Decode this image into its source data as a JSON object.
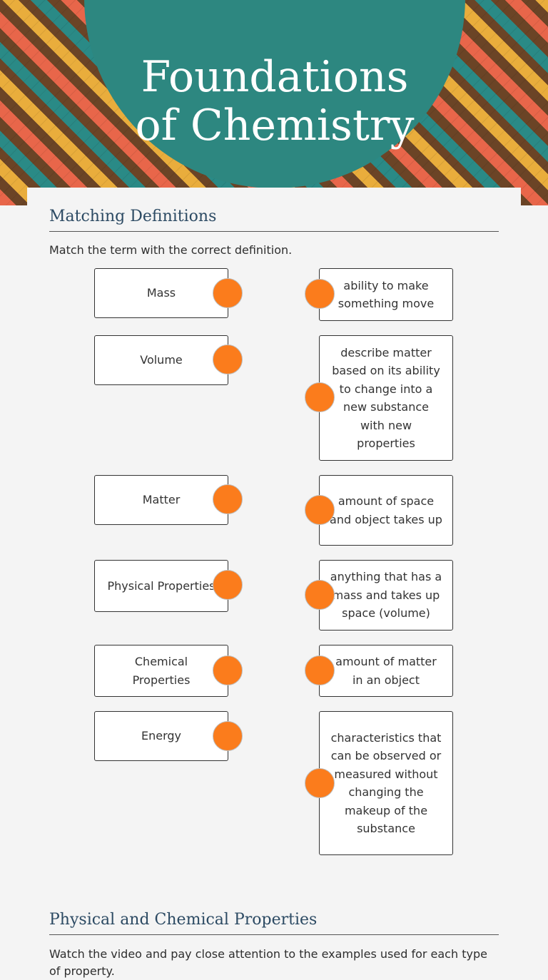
{
  "header": {
    "title_line1": "Foundations",
    "title_line2": "of Chemistry"
  },
  "section1": {
    "title": "Matching Definitions",
    "instruction": "Match the term with the correct definition.",
    "terms": [
      "Mass",
      "Volume",
      "Matter",
      "Physical Properties",
      "Chemical Properties",
      "Energy"
    ],
    "definitions": [
      "ability to make something move",
      "describe matter based on its ability to change into a new substance with new properties",
      "amount of space and object takes up",
      "anything that has a mass and takes up space (volume)",
      "amount of matter in an object",
      "characteristics that can be observed or measured without changing the makeup of the substance"
    ]
  },
  "section2": {
    "title": "Physical and Chemical Properties",
    "instruction": "Watch the video and pay close attention to the examples used for each type of property."
  },
  "colors": {
    "teal": "#2d8780",
    "dot_orange": "#fb7c1c",
    "heading_blue": "#2c4a63"
  }
}
